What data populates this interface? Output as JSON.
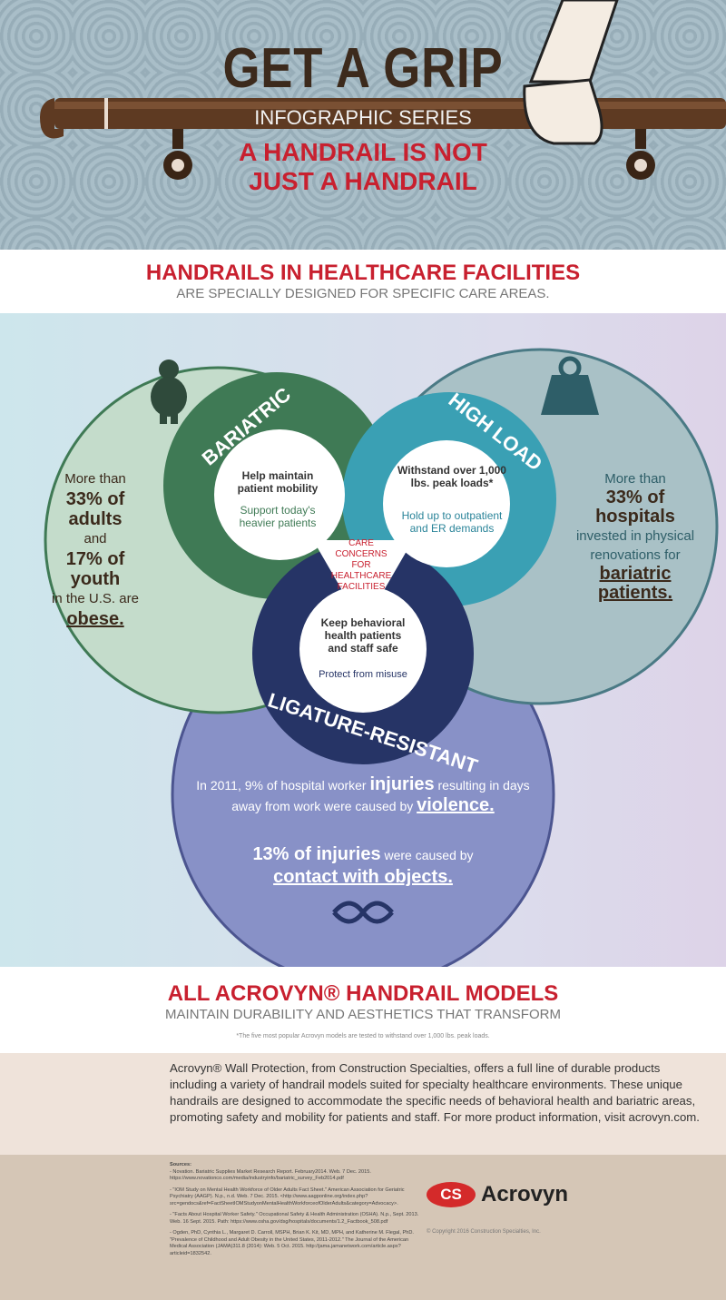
{
  "header": {
    "title": "GET A GRIP",
    "series": "INFOGRAPHIC SERIES",
    "subtitle_line1": "A HANDRAIL IS NOT",
    "subtitle_line2": "JUST A HANDRAIL"
  },
  "section1": {
    "heading": "HANDRAILS IN HEALTHCARE FACILITIES",
    "subheading": "ARE SPECIALLY DESIGNED FOR SPECIFIC CARE AREAS."
  },
  "bariatric": {
    "label": "BARIATRIC",
    "point1": "Help maintain patient mobility",
    "point2": "Support today's heavier patients",
    "stat_a": "More than",
    "stat_b": "33% of adults",
    "stat_c": "and",
    "stat_d": "17% of youth",
    "stat_e": "in the U.S. are",
    "stat_f": "obese."
  },
  "highload": {
    "label": "HIGH LOAD",
    "point1": "Withstand over 1,000 lbs. peak loads*",
    "point2": "Hold up to outpatient and ER demands",
    "stat_a": "More than",
    "stat_b": "33% of hospitals",
    "stat_c": "invested in physical renovations for",
    "stat_d": "bariatric patients."
  },
  "center": {
    "label": "CARE CONCERNS FOR HEALTHCARE FACILITIES"
  },
  "ligature": {
    "label": "LIGATURE-RESISTANT",
    "point1": "Keep behavioral health patients and staff safe",
    "point2": "Protect from misuse",
    "stat1_a": "In 2011, 9% of hospital worker",
    "stat1_b": "injuries",
    "stat1_c": "resulting in days away from work were caused by",
    "stat1_d": "violence.",
    "stat2_a": "13% of injuries",
    "stat2_b": "were caused by",
    "stat2_c": "contact with objects."
  },
  "section2": {
    "heading": "ALL ACROVYN® HANDRAIL MODELS",
    "subheading": "MAINTAIN DURABILITY AND AESTHETICS THAT TRANSFORM",
    "footnote": "*The five most popular Acrovyn models are tested to withstand over 1,000 lbs. peak loads."
  },
  "about": "Acrovyn® Wall Protection, from Construction Specialties, offers a full line of durable products including a variety of handrail models suited for specialty healthcare environments. These unique handrails are designed to accommodate the specific needs of behavioral health and bariatric areas, promoting safety and mobility for patients and staff. For more product information, visit acrovyn.com.",
  "sources": {
    "heading": "Sources:",
    "items": [
      "- Novation. Bariatric Supplies Market Research Report. February2014. Web. 7 Dec. 2015. https://www.novationco.com/media/industryinfo/bariatric_survey_Feb2014.pdf",
      "- \"IOM Study on Mental Health Workforce of Older Adults Fact Sheet.\" American Association for Geriatric Psychiatry (AAGP). N.p., n.d. Web. 7 Dec. 2015. <http://www.aagponline.org/index.php?src=gendocs&ref=FactSheetIOMStudyonMentalHealthWorkforceofOlderAdults&category=Advocacy>.",
      "- \"Facts About Hospital Worker Safety.\" Occupational Safety & Health Administration (OSHA). N.p., Sept. 2013. Web. 16 Sept. 2015. Path: https://www.osha.gov/dsg/hospitals/documents/1.2_Factbook_508.pdf",
      "- Ogden, PhD, Cynthia L., Margaret D. Carroll, MSPH, Brian K. Kit, MD, MPH, and Katherine M. Flegal, PhD. \"Prevalence of Childhood and Adult Obesity in the United States, 2011-2012.\" The Journal of the American Medical Association (JAMA)311.8 (2014): Web. 5 Oct. 2015. http://jama.jamanetwork.com/article.aspx?articleid=1832542."
    ]
  },
  "logo": {
    "cs": "CS",
    "brand": "Acrovyn",
    "copyright": "© Copyright 2016 Construction Specialties, Inc."
  },
  "colors": {
    "red": "#c8202f",
    "brown": "#3c2a1c",
    "green": "#3f7a55",
    "teal": "#3aa0b4",
    "navy": "#263466"
  }
}
